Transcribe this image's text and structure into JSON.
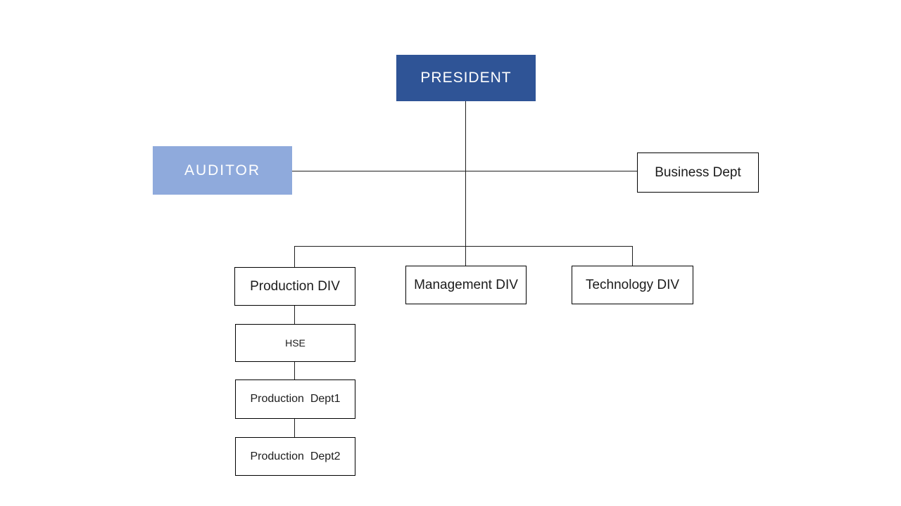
{
  "slide": {
    "background": "#FFFFFF"
  },
  "colors": {
    "president_fill": "#2F5496",
    "auditor_fill": "#8FAADC",
    "dept_fill": "#FFFFFF",
    "dept_border": "#000000",
    "connector": "#1F1F1F",
    "light_text": "#FFFFFF",
    "dark_text": "#1C1C1C"
  },
  "nodes": {
    "president": {
      "label": "PRESIDENT"
    },
    "auditor": {
      "label": "AUDITOR"
    },
    "business_dept": {
      "label": "Business Dept"
    },
    "production_div": {
      "label": "Production DIV"
    },
    "management_div": {
      "label": "Management DIV"
    },
    "technology_div": {
      "label": "Technology DIV"
    },
    "hse": {
      "label": "HSE"
    },
    "production_dept1": {
      "label": "Production  Dept1"
    },
    "production_dept2": {
      "label": "Production  Dept2"
    }
  }
}
